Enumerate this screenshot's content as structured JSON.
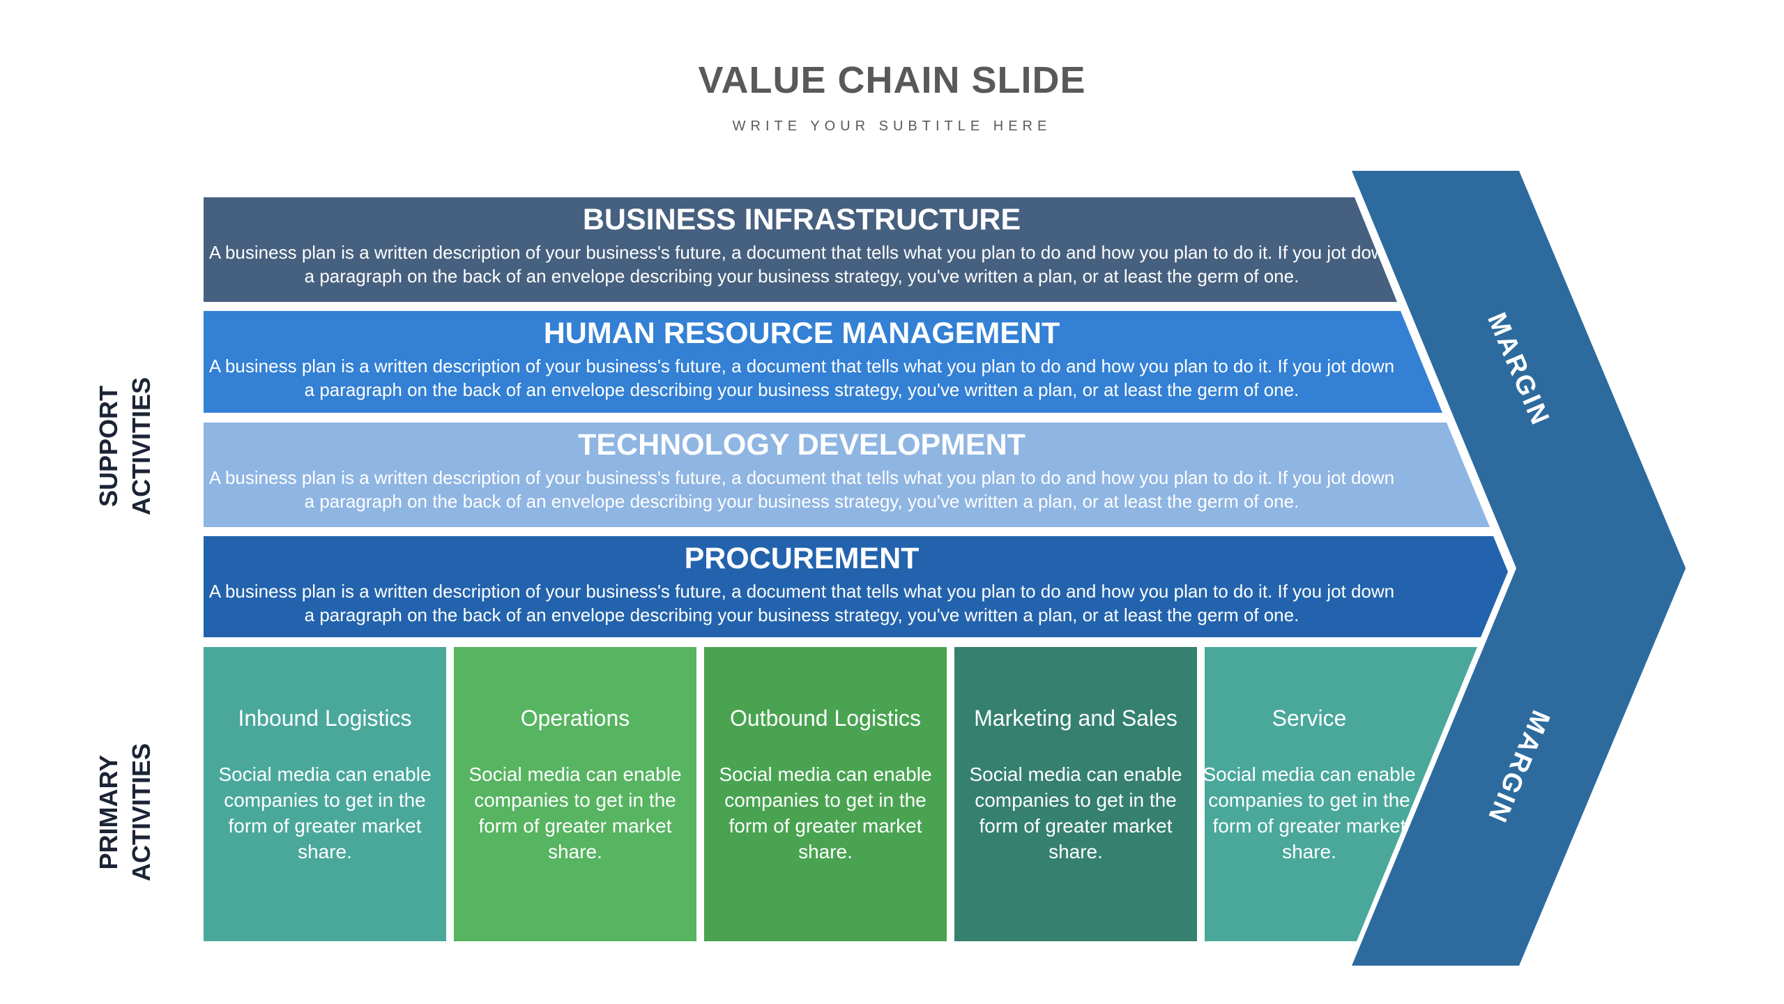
{
  "header": {
    "title": "VALUE CHAIN SLIDE",
    "subtitle": "WRITE YOUR SUBTITLE HERE",
    "text_color": "#595959"
  },
  "side_labels": {
    "support": {
      "line1": "SUPPORT",
      "line2": "ACTIVITIES"
    },
    "primary": {
      "line1": "PRIMARY",
      "line2": "ACTIVITIES"
    },
    "text_color": "#1B2435"
  },
  "support_activities": {
    "rows": [
      {
        "title": "BUSINESS INFRASTRUCTURE",
        "body": "A business plan is a written description of your business's future, a document that tells what you plan to do and how you plan to do it. If you jot down a paragraph on the back of an envelope describing your business strategy, you've written a plan, or at least the germ of one.",
        "color": "#46607F"
      },
      {
        "title": "HUMAN RESOURCE MANAGEMENT",
        "body": "A business plan is a written description of your business's future, a document that tells what you plan to do and how you plan to do it. If you jot down a paragraph on the back of an envelope describing your business strategy, you've written a plan, or at least the germ of one.",
        "color": "#3380D4"
      },
      {
        "title": "TECHNOLOGY DEVELOPMENT",
        "body": "A business plan is a written description of your business's future, a document that tells what you plan to do and how you plan to do it. If you jot down a paragraph on the back of an envelope describing your business strategy, you've written a plan, or at least the germ of one.",
        "color": "#8FB5E2"
      },
      {
        "title": "PROCUREMENT",
        "body": "A business plan is a written description of your business's future, a document that tells what you plan to do and how you plan to do it. If you jot down a paragraph on the back of an envelope describing your business strategy, you've written a plan, or at least the germ of one.",
        "color": "#2363AD"
      }
    ]
  },
  "primary_activities": {
    "columns": [
      {
        "title": "Inbound Logistics",
        "body": "Social media can enable companies to get in the form of greater market share.",
        "color": "#4AA89B"
      },
      {
        "title": "Operations",
        "body": "Social media can enable companies to get in the form of greater market share.",
        "color": "#57B461"
      },
      {
        "title": "Outbound Logistics",
        "body": "Social media can enable companies to get in the form of greater market share.",
        "color": "#49A351"
      },
      {
        "title": "Marketing and Sales",
        "body": "Social media can enable companies to get in the form of greater market share.",
        "color": "#35806F"
      },
      {
        "title": "Service",
        "body": "Social media can enable companies to get in the form of greater market share.",
        "color": "#4AA89B"
      }
    ]
  },
  "margin_band": {
    "label_upper": "MARGIN",
    "label_lower": "MARGIN",
    "color": "#2D6B9E"
  }
}
